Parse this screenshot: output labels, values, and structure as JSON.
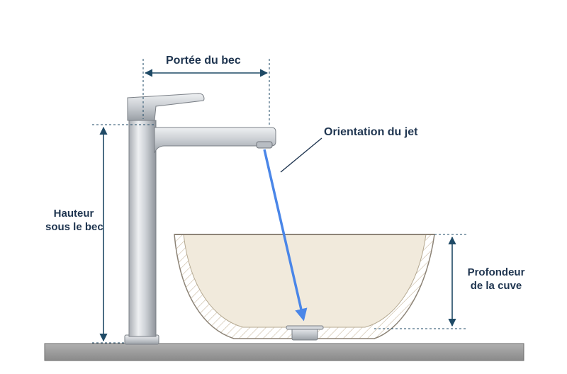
{
  "labels": {
    "spout_reach": "Portée du bec",
    "jet_orientation": "Orientation du jet",
    "height_line1": "Hauteur",
    "height_line2": "sous le bec",
    "depth_line1": "Profondeur",
    "depth_line2": "de la cuve"
  },
  "colors": {
    "dimension": "#1f4a66",
    "text": "#1f3550",
    "jet": "#4a86e8",
    "basin_fill": "#f1eadc",
    "basin_edge": "#8d8477",
    "countertop": "#9c9c9c",
    "faucet": "#c9cdd2"
  },
  "icons": {
    "dimension_arrow": "arrowhead"
  }
}
